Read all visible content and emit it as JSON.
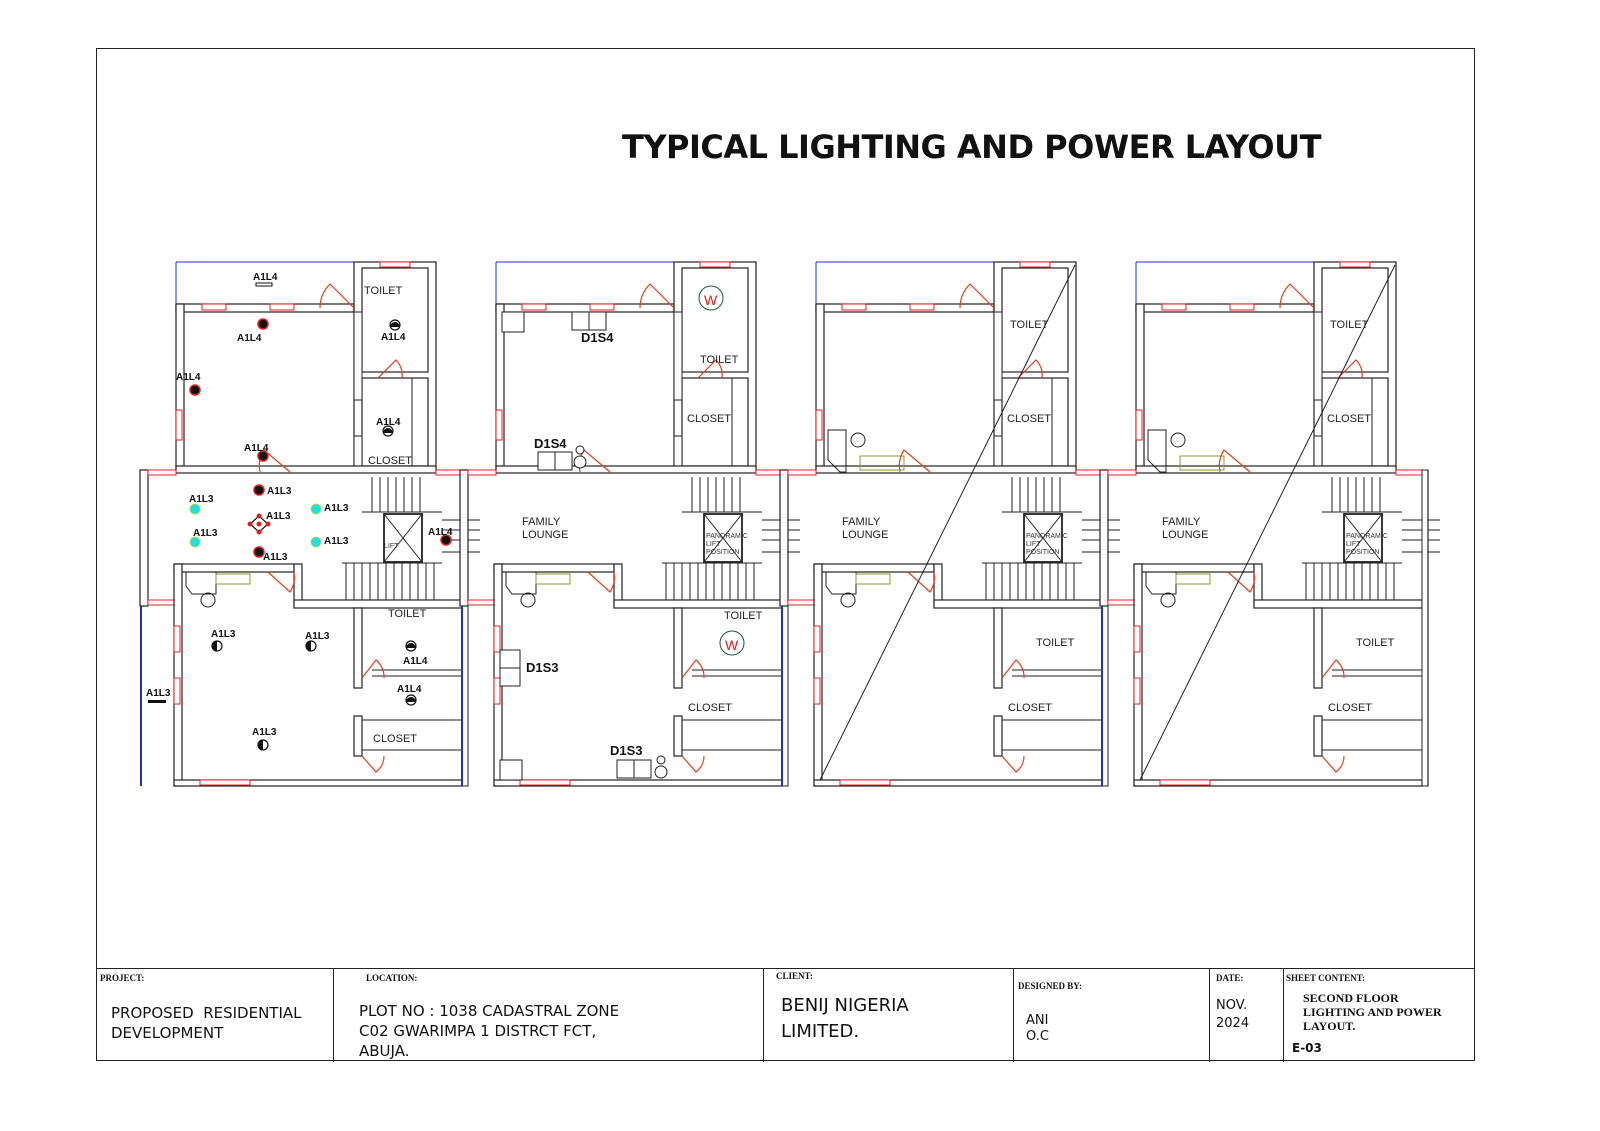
{
  "drawing": {
    "title": "TYPICAL LIGHTING AND POWER LAYOUT",
    "colors": {
      "wall": "#222222",
      "window": "#e02020",
      "door": "#e0401a",
      "boundary": "#2030c0",
      "fixture_cyan": "#20e0e0",
      "furniture": "#8a9a30"
    },
    "units": [
      {
        "name": "unit-1",
        "rooms": {
          "toilet_upper": "TOILET",
          "closet_upper": "CLOSET",
          "lift": "LIFT",
          "toilet_lower": "TOILET",
          "closet_lower": "CLOSET"
        },
        "fixtures": [
          {
            "tag": "A1L4",
            "type": "wall-bracket"
          },
          {
            "tag": "A1L4",
            "type": "ceiling-light"
          },
          {
            "tag": "A1L4",
            "type": "ceiling-light"
          },
          {
            "tag": "A1L4",
            "type": "ceiling-light"
          },
          {
            "tag": "A1L4",
            "type": "bulkhead"
          },
          {
            "tag": "A1L4",
            "type": "bulkhead"
          },
          {
            "tag": "A1L3",
            "type": "ceiling-light"
          },
          {
            "tag": "A1L3",
            "type": "chandelier"
          },
          {
            "tag": "A1L3",
            "type": "ceiling-light"
          },
          {
            "tag": "A1L3",
            "type": "downlight"
          },
          {
            "tag": "A1L3",
            "type": "downlight"
          },
          {
            "tag": "A1L3",
            "type": "downlight"
          },
          {
            "tag": "A1L3",
            "type": "downlight"
          },
          {
            "tag": "A1L4",
            "type": "ceiling-light"
          },
          {
            "tag": "A1L3",
            "type": "half-moon"
          },
          {
            "tag": "A1L3",
            "type": "half-moon"
          },
          {
            "tag": "A1L3",
            "type": "half-moon"
          },
          {
            "tag": "A1L3",
            "type": "wall-bracket"
          },
          {
            "tag": "A1L4",
            "type": "bulkhead"
          },
          {
            "tag": "A1L4",
            "type": "bulkhead"
          }
        ]
      },
      {
        "name": "unit-2",
        "rooms": {
          "toilet_upper": "TOILET",
          "closet_upper": "CLOSET",
          "family": "FAMILY\nLOUNGE",
          "lift": "PANORAMIC\nLIFT\nPOSITION",
          "toilet_lower": "TOILET",
          "closet_lower": "CLOSET"
        },
        "sockets": [
          "D1S4",
          "D1S4",
          "D1S3",
          "D1S3"
        ],
        "heater_symbol": "W"
      },
      {
        "name": "unit-3",
        "rooms": {
          "toilet_upper": "TOILET",
          "closet_upper": "CLOSET",
          "family": "FAMILY\nLOUNGE",
          "lift": "PANORAMIC\nLIFT\nPOSITION",
          "toilet_lower": "TOILET",
          "closet_lower": "CLOSET"
        }
      },
      {
        "name": "unit-4",
        "rooms": {
          "toilet_upper": "TOILET",
          "closet_upper": "CLOSET",
          "family": "FAMILY\nLOUNGE",
          "lift": "PANORAMIC\nLIFT\nPOSITION",
          "toilet_lower": "TOILET",
          "closet_lower": "CLOSET"
        }
      }
    ]
  },
  "title_block": {
    "project": {
      "label": "PROJECT:",
      "value": "PROPOSED  RESIDENTIAL\nDEVELOPMENT"
    },
    "location": {
      "label": "LOCATION:",
      "value": "PLOT NO : 1038 CADASTRAL ZONE\nC02 GWARIMPA 1 DISTRCT FCT,\nABUJA."
    },
    "client": {
      "label": "CLIENT:",
      "value": "BENIJ NIGERIA\nLIMITED."
    },
    "designed_by": {
      "label": "DESIGNED BY:",
      "value": "ANI\nO.C"
    },
    "date": {
      "label": "DATE:",
      "value": "NOV.\n2024"
    },
    "sheet_content": {
      "label": "SHEET CONTENT:",
      "value": "SECOND FLOOR\nLIGHTING AND POWER\nLAYOUT.",
      "sheet_no": "E-03"
    }
  }
}
